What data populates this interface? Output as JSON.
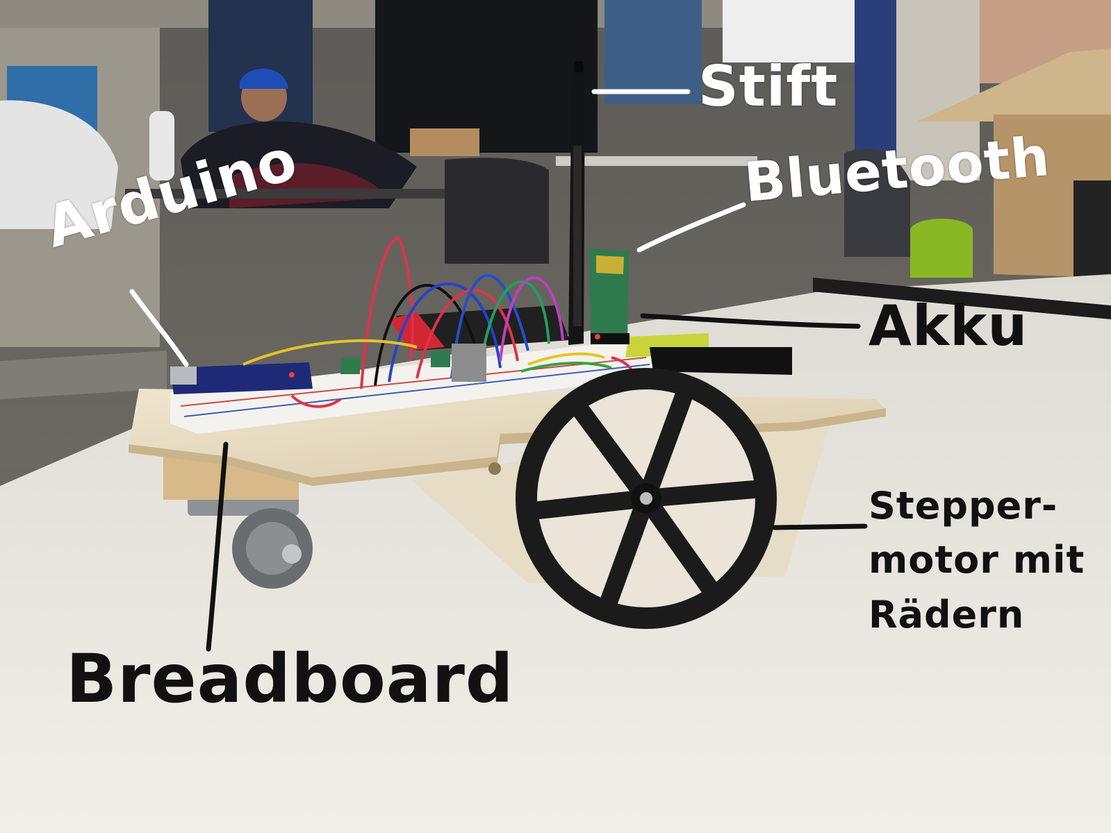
{
  "labels": {
    "arduino": "Arduino",
    "stift": "Stift",
    "bluetooth": "Bluetooth",
    "akku": "Akku",
    "breadboard": "Breadboard",
    "stepper_line1": "Stepper-",
    "stepper_line2": "motor mit",
    "stepper_line3": "Rädern"
  },
  "colors": {
    "annotation_white": "#ffffff",
    "annotation_black": "#111111",
    "table_top": "#ece9e2",
    "plywood": "#e8dcc2",
    "wheel": "#1b1b1b",
    "pcb_blue": "#1e2a78",
    "pcb_green": "#2f7a4e"
  }
}
